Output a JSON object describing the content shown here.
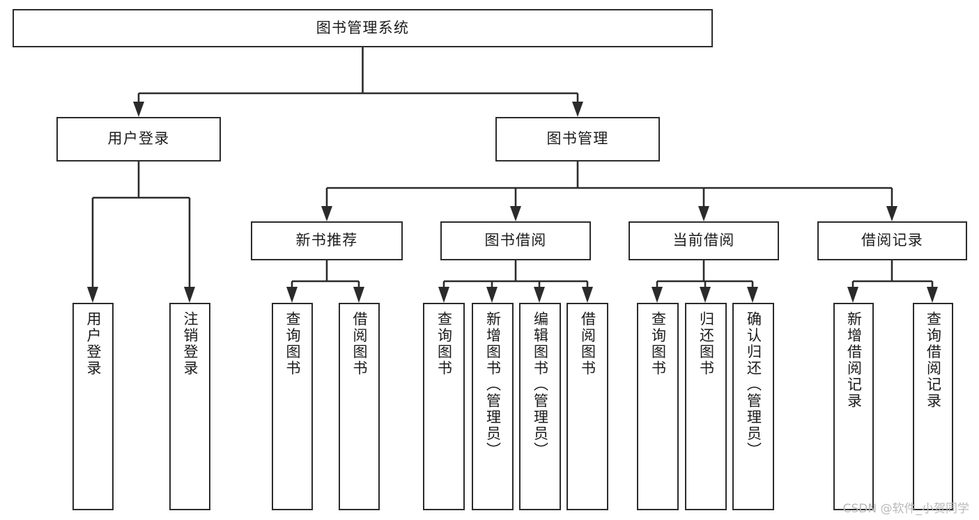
{
  "diagram": {
    "title": "图书管理系统",
    "type": "tree",
    "watermark": "CSDN @软件_小贺同学",
    "colors": {
      "stroke": "#2b2b2b",
      "fill": "#ffffff",
      "text": "#1b1b1b",
      "watermark": "#b9b9b9"
    },
    "root": {
      "label": "图书管理系统"
    },
    "level2": [
      {
        "id": "user-login",
        "label": "用户登录"
      },
      {
        "id": "book-management",
        "label": "图书管理"
      }
    ],
    "level3": [
      {
        "id": "new-book-recommend",
        "label": "新书推荐",
        "parent": "book-management"
      },
      {
        "id": "book-borrow",
        "label": "图书借阅",
        "parent": "book-management"
      },
      {
        "id": "current-borrow",
        "label": "当前借阅",
        "parent": "book-management"
      },
      {
        "id": "borrow-record",
        "label": "借阅记录",
        "parent": "book-management"
      }
    ],
    "leaves": {
      "user_login": [
        {
          "id": "leaf-user-login",
          "label": "用户登录"
        },
        {
          "id": "leaf-logout",
          "label": "注销登录"
        }
      ],
      "new_book_recommend": [
        {
          "id": "leaf-query-book-1",
          "label": "查询图书"
        },
        {
          "id": "leaf-borrow-book-1",
          "label": "借阅图书"
        }
      ],
      "book_borrow": [
        {
          "id": "leaf-query-book-2",
          "label": "查询图书"
        },
        {
          "id": "leaf-add-book",
          "label": "新增图书（管理员）"
        },
        {
          "id": "leaf-edit-book",
          "label": "编辑图书（管理员）"
        },
        {
          "id": "leaf-borrow-book-2",
          "label": "借阅图书"
        }
      ],
      "current_borrow": [
        {
          "id": "leaf-query-book-3",
          "label": "查询图书"
        },
        {
          "id": "leaf-return-book",
          "label": "归还图书"
        },
        {
          "id": "leaf-confirm-return",
          "label": "确认归还（管理员）"
        }
      ],
      "borrow_record": [
        {
          "id": "leaf-add-record",
          "label": "新增借阅记录"
        },
        {
          "id": "leaf-query-record",
          "label": "查询借阅记录"
        }
      ]
    }
  }
}
